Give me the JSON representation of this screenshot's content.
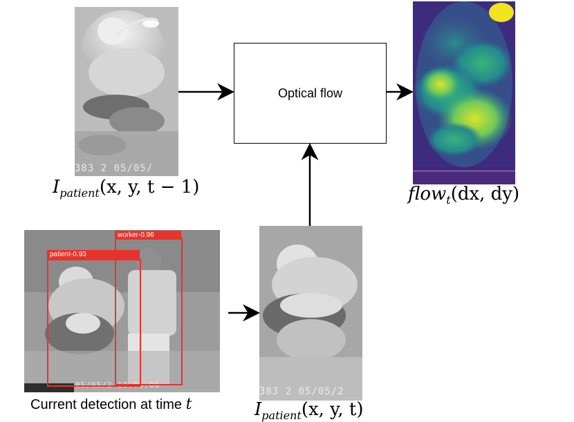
{
  "process_box": {
    "label": "Optical flow"
  },
  "labels": {
    "prev_frame": {
      "name": "I",
      "sub": "patient",
      "args": "(x, y, t − 1)"
    },
    "curr_crop": {
      "name": "I",
      "sub": "patient",
      "args": "(x, y, t)"
    },
    "flow_out": {
      "name": "flow",
      "sub": "t",
      "args": "(dx, dy)"
    },
    "detection_caption": {
      "text": "Current detection at time ",
      "var": "t"
    }
  },
  "detections": [
    {
      "label": "patient-0.93",
      "color": "#e8322b"
    },
    {
      "label": "worker-0.96",
      "color": "#e8322b"
    }
  ],
  "stamps": {
    "prev_frame": "383 2 05/05/",
    "curr_crop": "383 2 05/05/2",
    "detection": "05/05/2 10:00:06"
  }
}
